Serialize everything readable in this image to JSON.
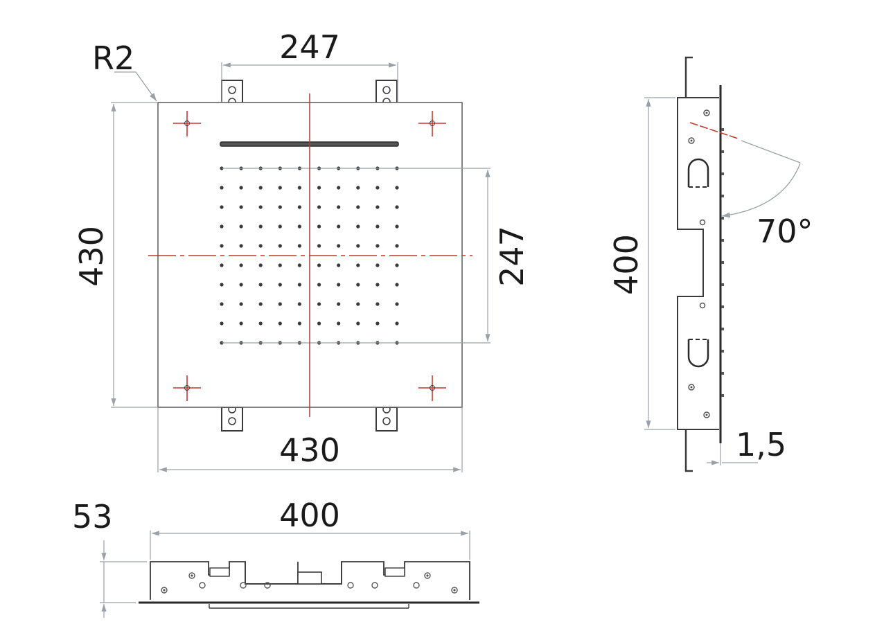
{
  "drawing": {
    "front_view": {
      "width_top": "247",
      "height_left": "430",
      "width_bottom": "430",
      "grid_height_right": "247",
      "corner_radius": "R2",
      "grid": {
        "cols": 10,
        "rows": 10
      }
    },
    "side_view": {
      "height": "400",
      "angle": "70°",
      "thickness": "1,5"
    },
    "bottom_view": {
      "width": "400",
      "height": "53"
    },
    "colors": {
      "outline": "#3a3a3a",
      "dimension": "#9aa0a8",
      "centerline": "#c0392b",
      "text": "#1a1a1a"
    }
  }
}
